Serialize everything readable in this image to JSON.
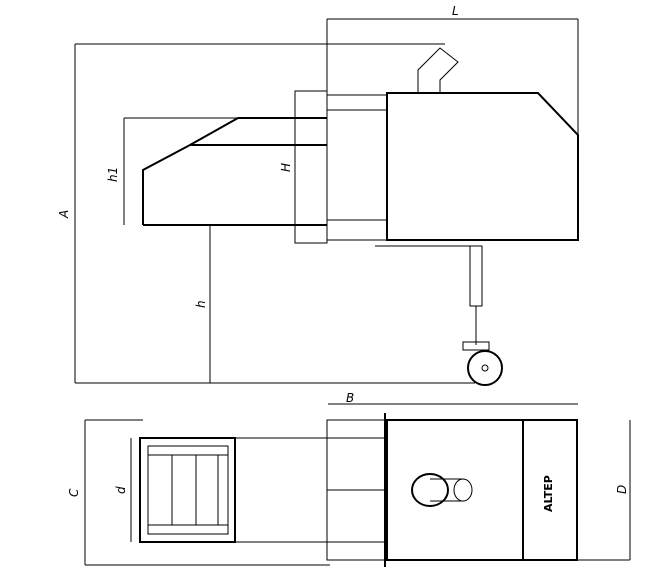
{
  "drawing": {
    "side_view": {
      "dimensions": {
        "L": "L",
        "A": "A",
        "h1": "h1",
        "H": "H",
        "h": "h"
      }
    },
    "top_view": {
      "dimensions": {
        "B": "B",
        "C": "C",
        "d": "d",
        "D": "D"
      },
      "brand_label": "ALTEP"
    }
  }
}
